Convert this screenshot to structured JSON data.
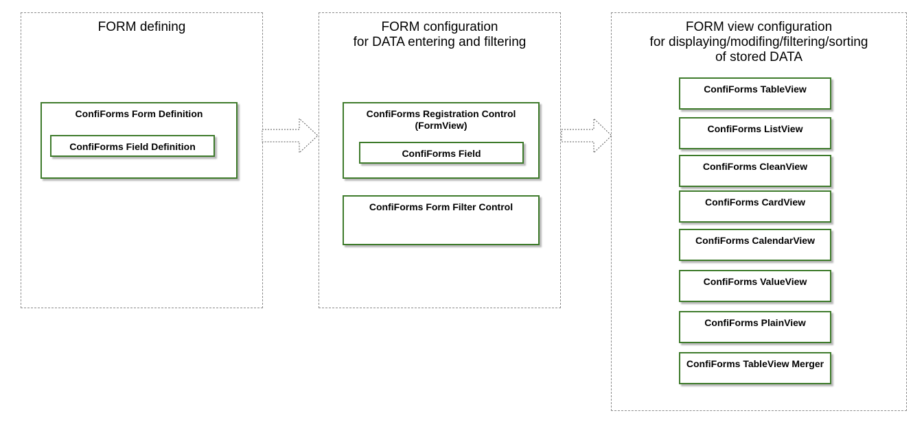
{
  "panels": {
    "defining": {
      "title": [
        "FORM defining"
      ],
      "form_definition": "ConfiForms Form Definition",
      "field_definition": "ConfiForms Field Definition"
    },
    "configuration": {
      "title": [
        "FORM configuration",
        "for DATA entering and filtering"
      ],
      "registration_control": [
        "ConfiForms Registration Control",
        "(FormView)"
      ],
      "field": "ConfiForms Field",
      "filter_control": "ConfiForms Form Filter Control"
    },
    "view_configuration": {
      "title": [
        "FORM view configuration",
        "for displaying/modifing/filtering/sorting",
        "of stored DATA"
      ],
      "views": [
        "ConfiForms TableView",
        "ConfiForms ListView",
        "ConfiForms CleanView",
        "ConfiForms CardView",
        "ConfiForms CalendarView",
        "ConfiForms ValueView",
        "ConfiForms PlainView",
        "ConfiForms TableView Merger"
      ]
    }
  },
  "colors": {
    "box_border": "#3d7a2a",
    "panel_border": "#8a8a8a"
  }
}
